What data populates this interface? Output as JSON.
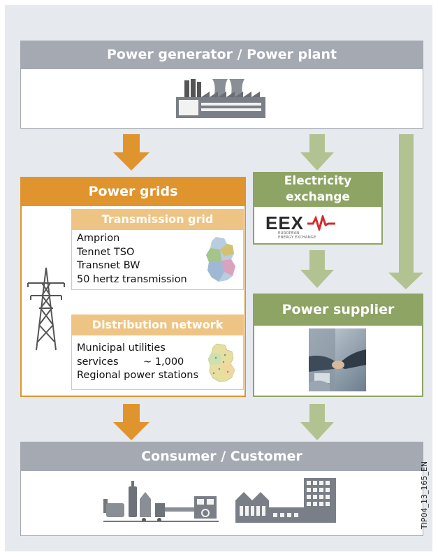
{
  "power_generator": {
    "title": "Power generator / Power plant",
    "icon": "power-plant-icon"
  },
  "power_grids": {
    "title": "Power grids",
    "transmission": {
      "title": "Transmission grid",
      "operators": [
        "Amprion",
        "Tennet TSO",
        "Transnet BW",
        "50 hertz transmission"
      ],
      "icon": "germany-map-icon"
    },
    "distribution": {
      "title": "Distribution network",
      "line1": "Municipal utilities",
      "line2a": "services",
      "line2b": "~ 1,000",
      "line3": "Regional power stations",
      "icon": "germany-map-icon"
    },
    "pylon_icon": "power-pylon-icon"
  },
  "exchange": {
    "title_line1": "Electricity",
    "title_line2": "exchange",
    "logo_text": "EEX",
    "logo_sub1": "EUROPEAN",
    "logo_sub2": "ENERGY EXCHANGE"
  },
  "supplier": {
    "title": "Power supplier",
    "image": "handshake-photo"
  },
  "consumer": {
    "title": "Consumer / Customer",
    "icons": [
      "industrial-plant-icon",
      "factory-icon"
    ]
  },
  "figure_code": "TIP04_13_165_EN",
  "colors": {
    "orange": "#e0942e",
    "orange_light": "#eec484",
    "green": "#8ea465",
    "green_arrow": "#b3c291",
    "grey": "#a4a9b2",
    "background": "#e6e9ee"
  }
}
